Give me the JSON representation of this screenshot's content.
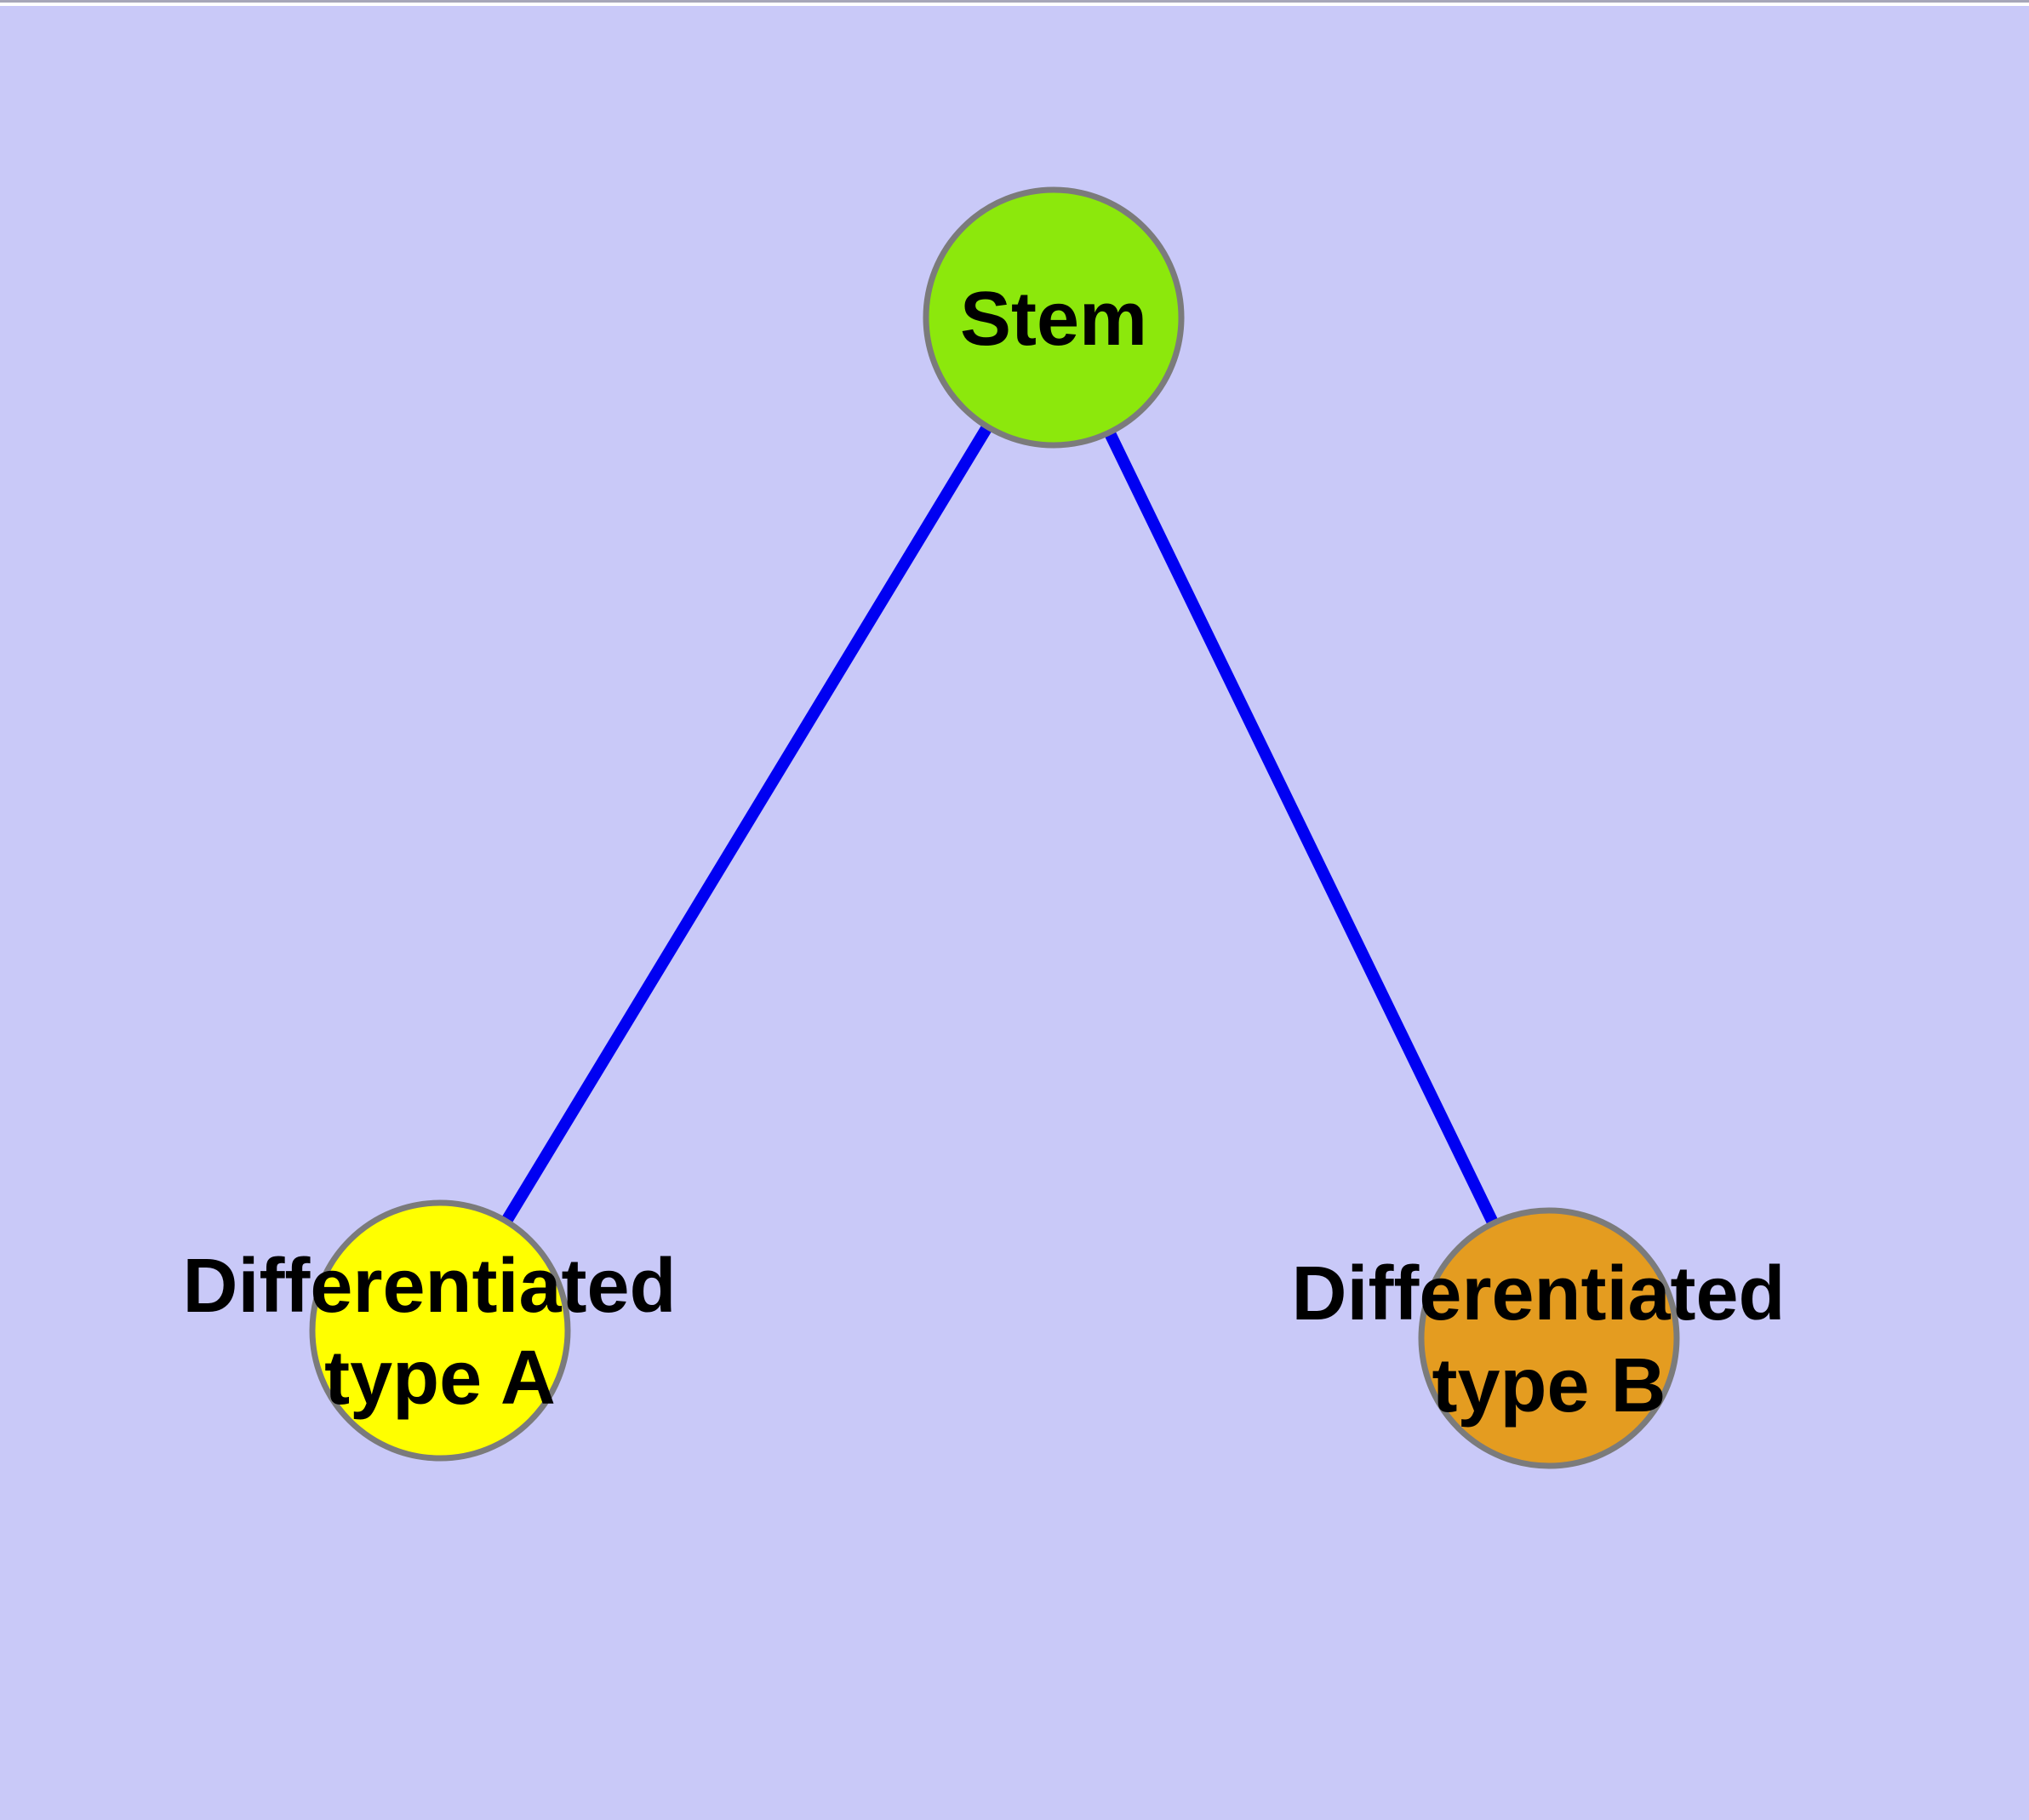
{
  "canvas": {
    "background_color": "#C9C9F8",
    "top_margin_color": "#FFFFFF",
    "top_hairline_color": "#A6A6B8"
  },
  "graph": {
    "label_color": "#000000",
    "node_border_color": "#7B7B7B",
    "edge_color": "#0000F2",
    "nodes": [
      {
        "id": "stem",
        "label": "Stem",
        "fill": "#8CE80C"
      },
      {
        "id": "differentiated-type-a",
        "label_line1": "Differentiated",
        "label_line2": "type A",
        "fill": "#FFFF00"
      },
      {
        "id": "differentiated-type-b",
        "label_line1": "Differentiated",
        "label_line2": "type B",
        "fill": "#E49C20"
      }
    ],
    "edges": [
      {
        "from": "Stem",
        "to": "Differentiated type A"
      },
      {
        "from": "Stem",
        "to": "Differentiated type B"
      }
    ]
  }
}
